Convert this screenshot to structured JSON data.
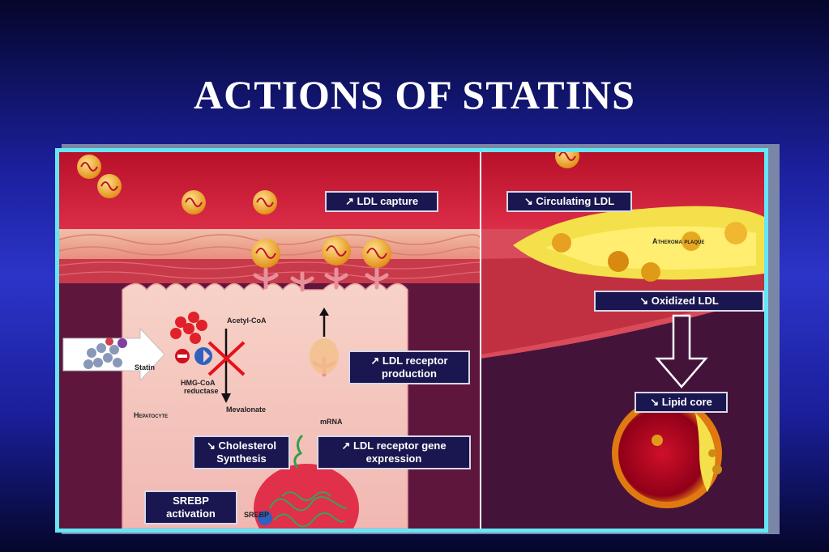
{
  "title": "ACTIONS OF STATINS",
  "labels": {
    "ldl_capture": "↗ LDL capture",
    "circulating_ldl": "↘ Circulating LDL",
    "atheroma_plaque": "Atheroma plaque",
    "oxidized_ldl": "↘ Oxidized LDL",
    "ldl_receptor_production_1": "↗ LDL receptor",
    "ldl_receptor_production_2": "production",
    "lipid_core": "↘ Lipid core",
    "cholesterol_synthesis_1": "↘ Cholesterol",
    "cholesterol_synthesis_2": "Synthesis",
    "ldl_receptor_gene_1": "↗ LDL receptor gene",
    "ldl_receptor_gene_2": "expression",
    "srebp_activation_1": "SREBP",
    "srebp_activation_2": "activation",
    "acetyl_coa": "Acetyl-CoA",
    "statin": "Statin",
    "hmg_coa_1": "HMG-CoA",
    "hmg_coa_2": "reductase",
    "mevalonate": "Mevalonate",
    "hepatocyte": "Hepatocyte",
    "mrna": "mRNA",
    "srebp": "SREBP"
  },
  "colors": {
    "label_bg": "#1a1650",
    "frame_border": "#66e6f5",
    "title": "#ffffff"
  }
}
